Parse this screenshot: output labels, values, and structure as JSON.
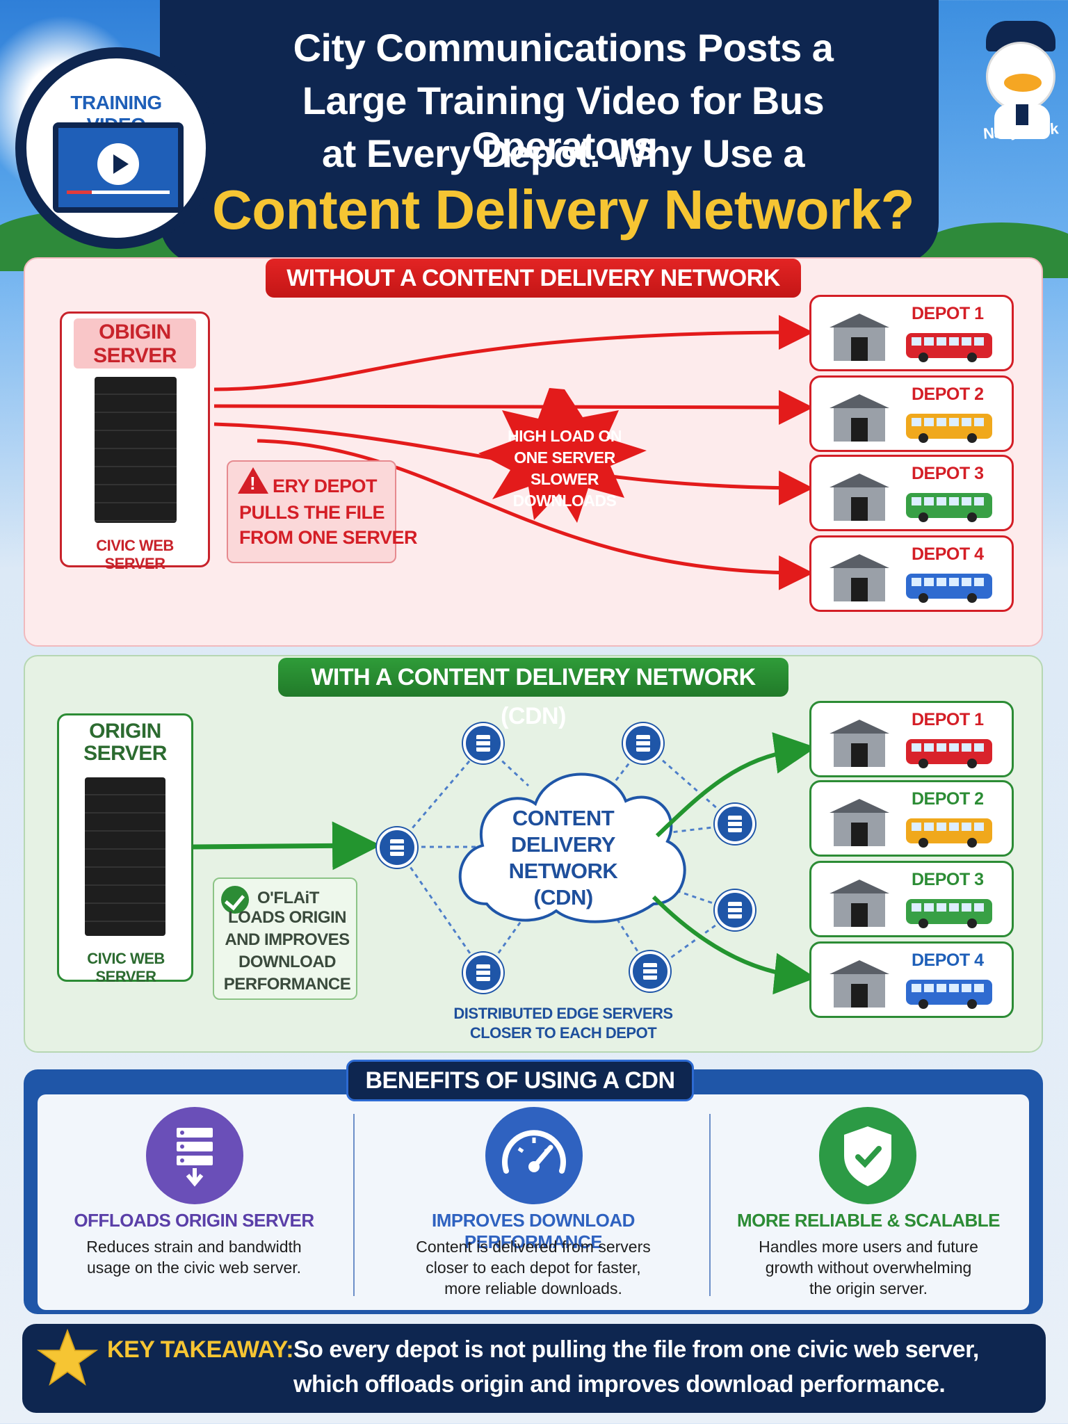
{
  "header": {
    "title_line1": "City Communications Posts a",
    "title_line2": "Large Training Video for Bus Operators",
    "title_line3": "at Every Depot. Why Use a",
    "title_highlight": "Content Delivery Network?",
    "badge_label": "TRAINING VIDEO",
    "mascot_name": "Navy Duck"
  },
  "without_cdn": {
    "banner": "WITHOUT A CONTENT DELIVERY NETWORK",
    "origin_title_line1": "OBIGIN",
    "origin_title_line2": "SERVER",
    "server_label": "CIVIC WEB SERVER",
    "warning_line1": "ERY DEPOT",
    "warning_line2": "PULLS THE FILE",
    "warning_line3": "FROM ONE SERVER",
    "burst_line1": "HIGH LOAD ON",
    "burst_line2": "ONE SERVER",
    "burst_line3": "SLOWER",
    "burst_line4": "DOWNLOADS",
    "depots": [
      "DEPOT 1",
      "DEPOT 2",
      "DEPOT 3",
      "DEPOT 4"
    ]
  },
  "with_cdn": {
    "banner": "WITH A CONTENT DELIVERY NETWORK (CDN)",
    "origin_title_line1": "ORIGIN",
    "origin_title_line2": "SERVER",
    "server_label": "CIVIC WEB SERVER",
    "note_line1": "O'FLAiT",
    "note_line2": "LOADS ORIGIN",
    "note_line3": "AND IMPROVES",
    "note_line4": "DOWNLOAD",
    "note_line5": "PERFORMANCE",
    "cloud_line1": "CONTENT",
    "cloud_line2": "DELIVERY",
    "cloud_line3": "NETWORK",
    "cloud_line4": "(CDN)",
    "edge_caption_line1": "DISTRIBUTED EDGE SERVERS",
    "edge_caption_line2": "CLOSER TO EACH DEPOT",
    "depots": [
      "DEPOT 1",
      "DEPOT 2",
      "DEPOT 3",
      "DEPOT 4"
    ]
  },
  "benefits": {
    "banner": "BENEFITS OF USING A CDN",
    "items": [
      {
        "title": "OFFLOADS ORIGIN SERVER",
        "desc_line1": "Reduces strain and bandwidth",
        "desc_line2": "usage on the civic web server.",
        "desc_line3": ""
      },
      {
        "title": "IMPROVES DOWNLOAD PERFORMANCE",
        "desc_line1": "Content is delivered from servers",
        "desc_line2": "closer to each depot for faster,",
        "desc_line3": "more reliable downloads."
      },
      {
        "title": "MORE RELIABLE & SCALABLE",
        "desc_line1": "Handles more users and future",
        "desc_line2": "growth without overwhelming",
        "desc_line3": "the origin server."
      }
    ]
  },
  "takeaway": {
    "label": "KEY TAKEAWAY:",
    "line1": "So every depot is not pulling the file from one civic web server,",
    "line2": "which offloads origin and improves download performance."
  },
  "colors": {
    "navy": "#0e2650",
    "red": "#d41e26",
    "green": "#2c8c35",
    "blue": "#1f56a8",
    "gold": "#f6c533",
    "bus_red": "#d9232b",
    "bus_yellow": "#f0a81c",
    "bus_green": "#38a045",
    "bus_blue": "#2f6bd0",
    "benefit_purple": "#6a4fb8",
    "benefit_blue": "#2f62c0",
    "benefit_green": "#2c9a45"
  }
}
